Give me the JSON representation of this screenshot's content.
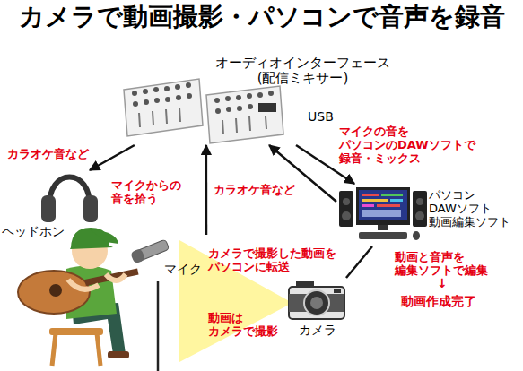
{
  "diagram": {
    "title": "カメラで動画撮影・パソコンで音声を録音",
    "nodes": [
      {
        "text": [
          "オーディオインターフェース (配信ミキサー)"
        ]
      },
      {
        "text": [
          "ヘッドホン"
        ]
      },
      {
        "text": [
          "マイク"
        ]
      },
      {
        "text": [
          "パソコン DAWソフト 動画編集ソフト"
        ]
      },
      {
        "text": [
          "カメラ"
        ]
      }
    ],
    "edges": [
      {
        "from": 0,
        "to": 1,
        "arrow": "to",
        "label": "カラオケ音など"
      },
      {
        "from": 2,
        "to": 0,
        "arrow": "to",
        "label": "マイクからの 音を拾う"
      },
      {
        "from": 0,
        "to": 3,
        "arrow": "to",
        "label": "マイクの音を パソコンのDAWソフトで 録音・ミックス"
      },
      {
        "from": 3,
        "to": 0,
        "arrow": "to",
        "label": "カラオケ音など"
      },
      {
        "from": 4,
        "to": 3,
        "arrow": "none",
        "label": "カメラで撮影した動画を パソコンに転送"
      }
    ],
    "labels": [
      "USB",
      "動画と音声を 編集ソフトで編集",
      "↓",
      "動画作成完了",
      "動画は カメラで撮影"
    ]
  }
}
